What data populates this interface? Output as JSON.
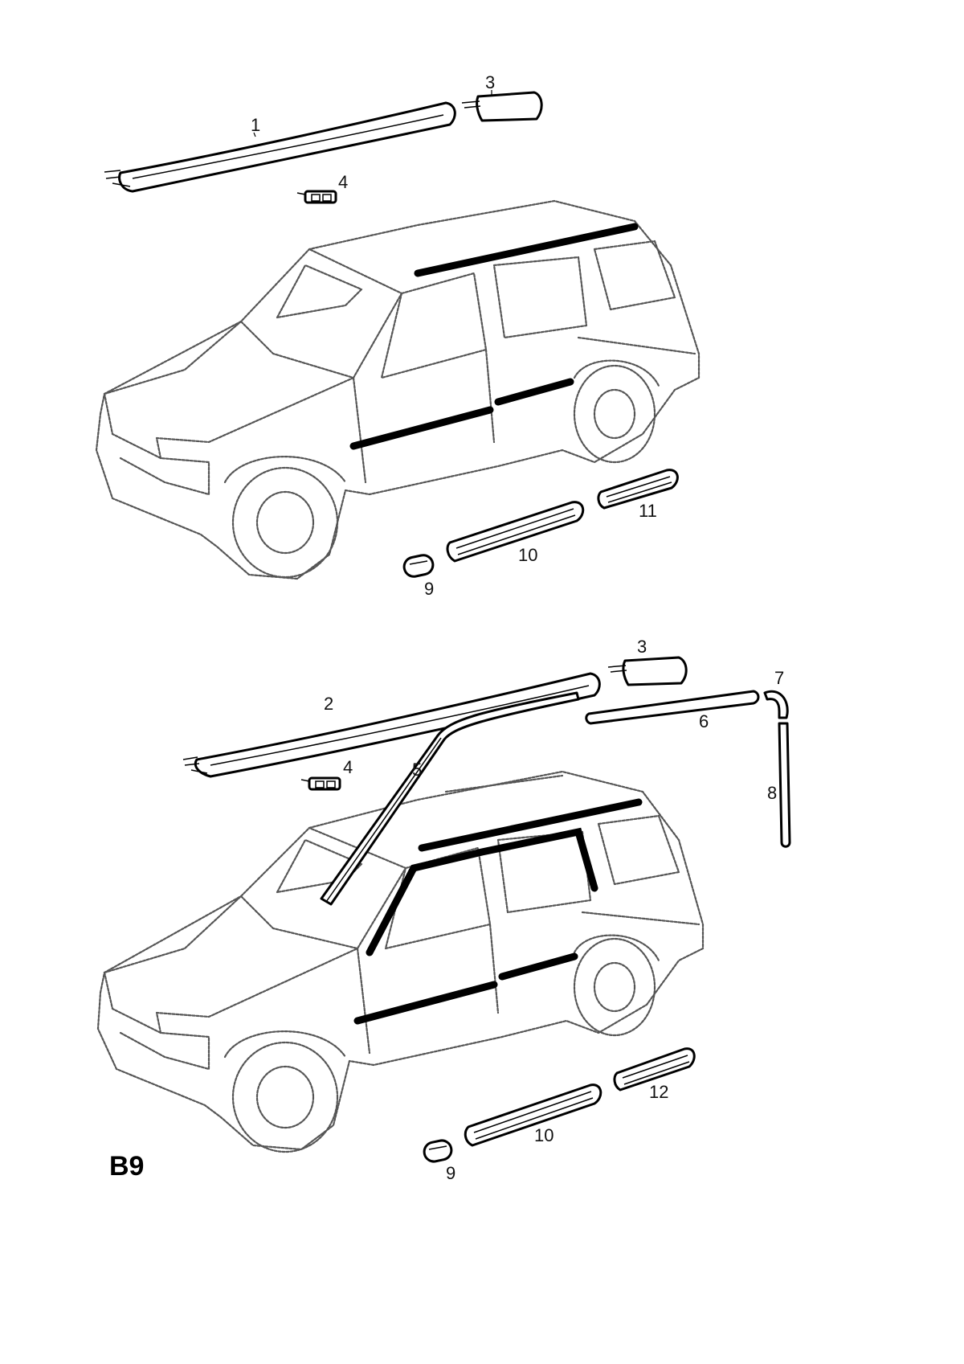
{
  "plate_label": "B9",
  "top_view": {
    "labels": {
      "p1": "1",
      "p3": "3",
      "p4": "4",
      "p9": "9",
      "p10": "10",
      "p11": "11"
    }
  },
  "bottom_view": {
    "labels": {
      "p2": "2",
      "p3": "3",
      "p4": "4",
      "p5": "5",
      "p6": "6",
      "p7": "7",
      "p8": "8",
      "p9": "9",
      "p10": "10",
      "p12": "12"
    }
  }
}
